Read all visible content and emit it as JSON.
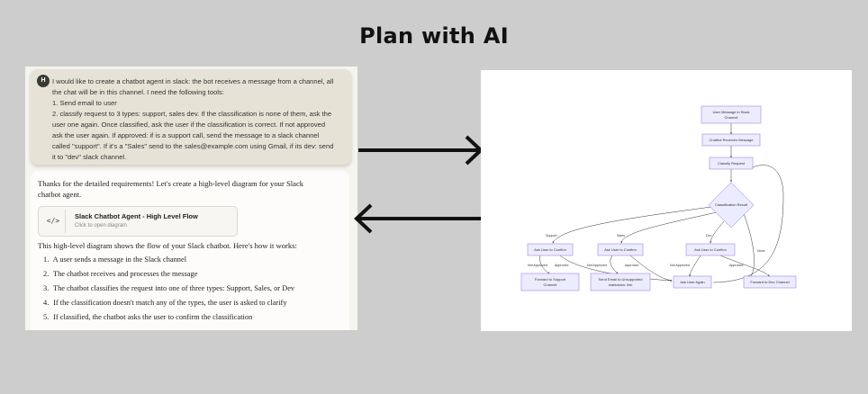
{
  "page_title": "Plan with AI",
  "user_message": {
    "avatar_initial": "H",
    "lines": [
      "I would like to create a chatbot agent in slack: the bot receives a message from a channel, all",
      "the chat will be in this channel. I need the following tools:",
      "1. Send email to user",
      "2. classify request to 3 types: support, sales dev. If the classification is none of them, ask the",
      "user one again. Once classified, ask the user if the classification is correct. If not approved",
      "ask the user again. If approved: if is a support call, send the message to a slack channel",
      "called \"support\". If it's a \"Sales\" send to the sales@example.com using Gmail, if its dev: send",
      "it to \"dev\" slack channel."
    ]
  },
  "assistant_reply": {
    "intro_lines": [
      "Thanks for the detailed requirements! Let's create a high-level diagram for your Slack",
      "chatbot agent."
    ],
    "artifact": {
      "icon": "</>",
      "title": "Slack Chatbot Agent - High Level Flow",
      "subtitle": "Click to open diagram"
    },
    "summary": "This high-level diagram shows the flow of your Slack chatbot. Here's how it works:",
    "steps": [
      {
        "num": "1.",
        "text": "A user sends a message in the Slack channel"
      },
      {
        "num": "2.",
        "text": "The chatbot receives and processes the message"
      },
      {
        "num": "3.",
        "text": "The chatbot classifies the request into one of three types: Support, Sales, or Dev"
      },
      {
        "num": "4.",
        "text": "If the classification doesn't match any of the types, the user is asked to clarify"
      },
      {
        "num": "5.",
        "text": "If classified, the chatbot asks the user to confirm the classification"
      }
    ]
  },
  "diagram": {
    "nodes": {
      "user_message": [
        "User Message in Slack",
        "Channel"
      ],
      "receives": "Chatbot Receives Message",
      "classify": "Classify Request",
      "decision": "Classification Result",
      "confirm_support": "Ask User to Confirm",
      "confirm_sales": "Ask User to Confirm",
      "confirm_dev": "Ask User to Confirm",
      "forward_support": [
        "Forward to Support",
        "Channel"
      ],
      "send_email": [
        "Send Email to Unsupported",
        "markdown: link"
      ],
      "ask_again": "Ask User Again",
      "forward_dev": "Forward to Dev Channel"
    },
    "edge_labels": {
      "support": "Support",
      "sales": "Sales",
      "dev": "Dev",
      "none": "None",
      "not_approved": "Not Approved",
      "approved": "Approved"
    }
  },
  "colors": {
    "background": "#cdcdcd",
    "node_fill": "#ececff",
    "node_stroke": "#9370db"
  }
}
